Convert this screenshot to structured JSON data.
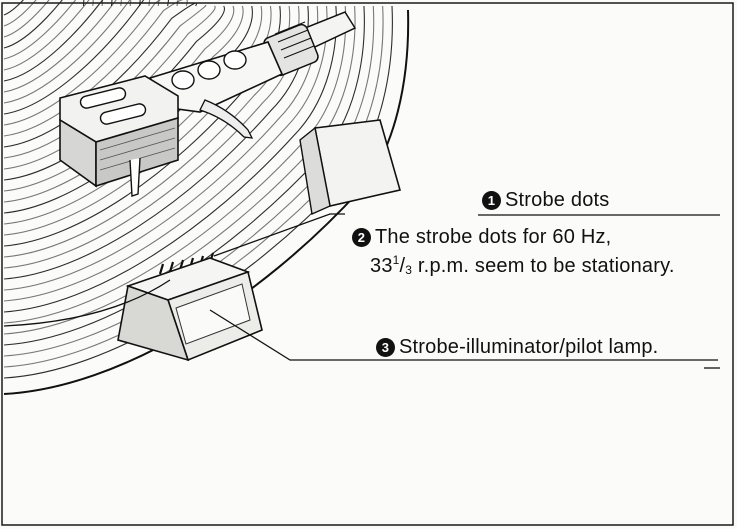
{
  "callouts": [
    {
      "number": "1",
      "text": "Strobe dots"
    },
    {
      "number": "2",
      "text": "The strobe dots for 60 Hz,",
      "line2_prefix": "33",
      "line2_frac_num": "1",
      "line2_frac_den": "3",
      "line2_suffix": " r.p.m. seem to be stationary."
    },
    {
      "number": "3",
      "text": "Strobe-illuminator/pilot lamp."
    }
  ],
  "colors": {
    "ink": "#111111",
    "paper": "#fbfbf9"
  }
}
